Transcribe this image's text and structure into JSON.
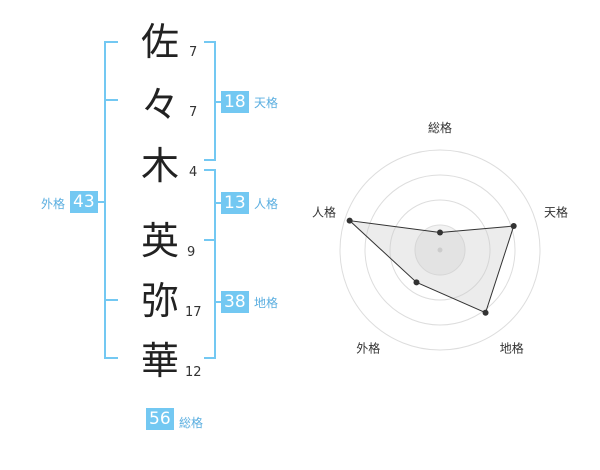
{
  "name": {
    "characters": [
      {
        "char": "佐",
        "strokes": "7"
      },
      {
        "char": "々",
        "strokes": "7"
      },
      {
        "char": "木",
        "strokes": "4"
      },
      {
        "char": "英",
        "strokes": "9"
      },
      {
        "char": "弥",
        "strokes": "17"
      },
      {
        "char": "華",
        "strokes": "12"
      }
    ]
  },
  "fortunes": {
    "tenkaku": {
      "value": "18",
      "label": "天格"
    },
    "jinkaku": {
      "value": "13",
      "label": "人格"
    },
    "chikaku": {
      "value": "38",
      "label": "地格"
    },
    "gaikaku": {
      "value": "43",
      "label": "外格"
    },
    "soukaku": {
      "value": "56",
      "label": "総格"
    }
  },
  "colors": {
    "accent": "#73c8f2",
    "bracket": "#73c8f2",
    "line": "#333333",
    "fill": "#eeeeee"
  },
  "chart_data": {
    "type": "radar",
    "axes": [
      "総格",
      "天格",
      "地格",
      "外格",
      "人格"
    ],
    "rings": 4,
    "max": 4,
    "values": [
      0.7,
      3.1,
      3.1,
      1.6,
      3.8
    ]
  }
}
